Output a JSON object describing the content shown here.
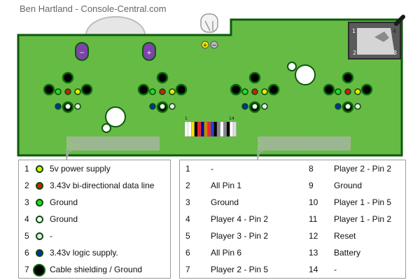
{
  "credit": "Ben Hartland - Console-Central.com",
  "board": {
    "minus_label": "−",
    "plus_label": "+",
    "ribbon_left": "1",
    "ribbon_right": "14",
    "switch_labels": [
      "1",
      "4",
      "2",
      "3"
    ]
  },
  "left_legend": [
    {
      "num": "1",
      "color": "#e8e800",
      "label": "5v power supply"
    },
    {
      "num": "2",
      "color": "#cc2200",
      "label": "3.43v bi-directional data line"
    },
    {
      "num": "3",
      "color": "#22dd22",
      "label": "Ground"
    },
    {
      "num": "4",
      "color": "#ffffff",
      "label": "Ground"
    },
    {
      "num": "5",
      "color": "#e8e8e8",
      "label": "-"
    },
    {
      "num": "6",
      "color": "#0033aa",
      "label": "3.43v logic supply."
    },
    {
      "num": "7",
      "color": "#000000",
      "label": "Cable shielding / Ground"
    }
  ],
  "right_legend": [
    {
      "num": "1",
      "label": "-"
    },
    {
      "num": "2",
      "label": "All Pin 1"
    },
    {
      "num": "3",
      "label": "Ground"
    },
    {
      "num": "4",
      "label": "Player 4 - Pin 2"
    },
    {
      "num": "5",
      "label": "Player 3 - Pin 2"
    },
    {
      "num": "6",
      "label": "All Pin 6"
    },
    {
      "num": "7",
      "label": "Player 2 - Pin 5"
    },
    {
      "num": "8",
      "label": "Player 2 - Pin 2"
    },
    {
      "num": "9",
      "label": "Ground"
    },
    {
      "num": "10",
      "label": "Player 1 - Pin 5"
    },
    {
      "num": "11",
      "label": "Player 1 - Pin 2"
    },
    {
      "num": "12",
      "label": "Reset"
    },
    {
      "num": "13",
      "label": "Battery"
    },
    {
      "num": "14",
      "label": "-"
    }
  ]
}
